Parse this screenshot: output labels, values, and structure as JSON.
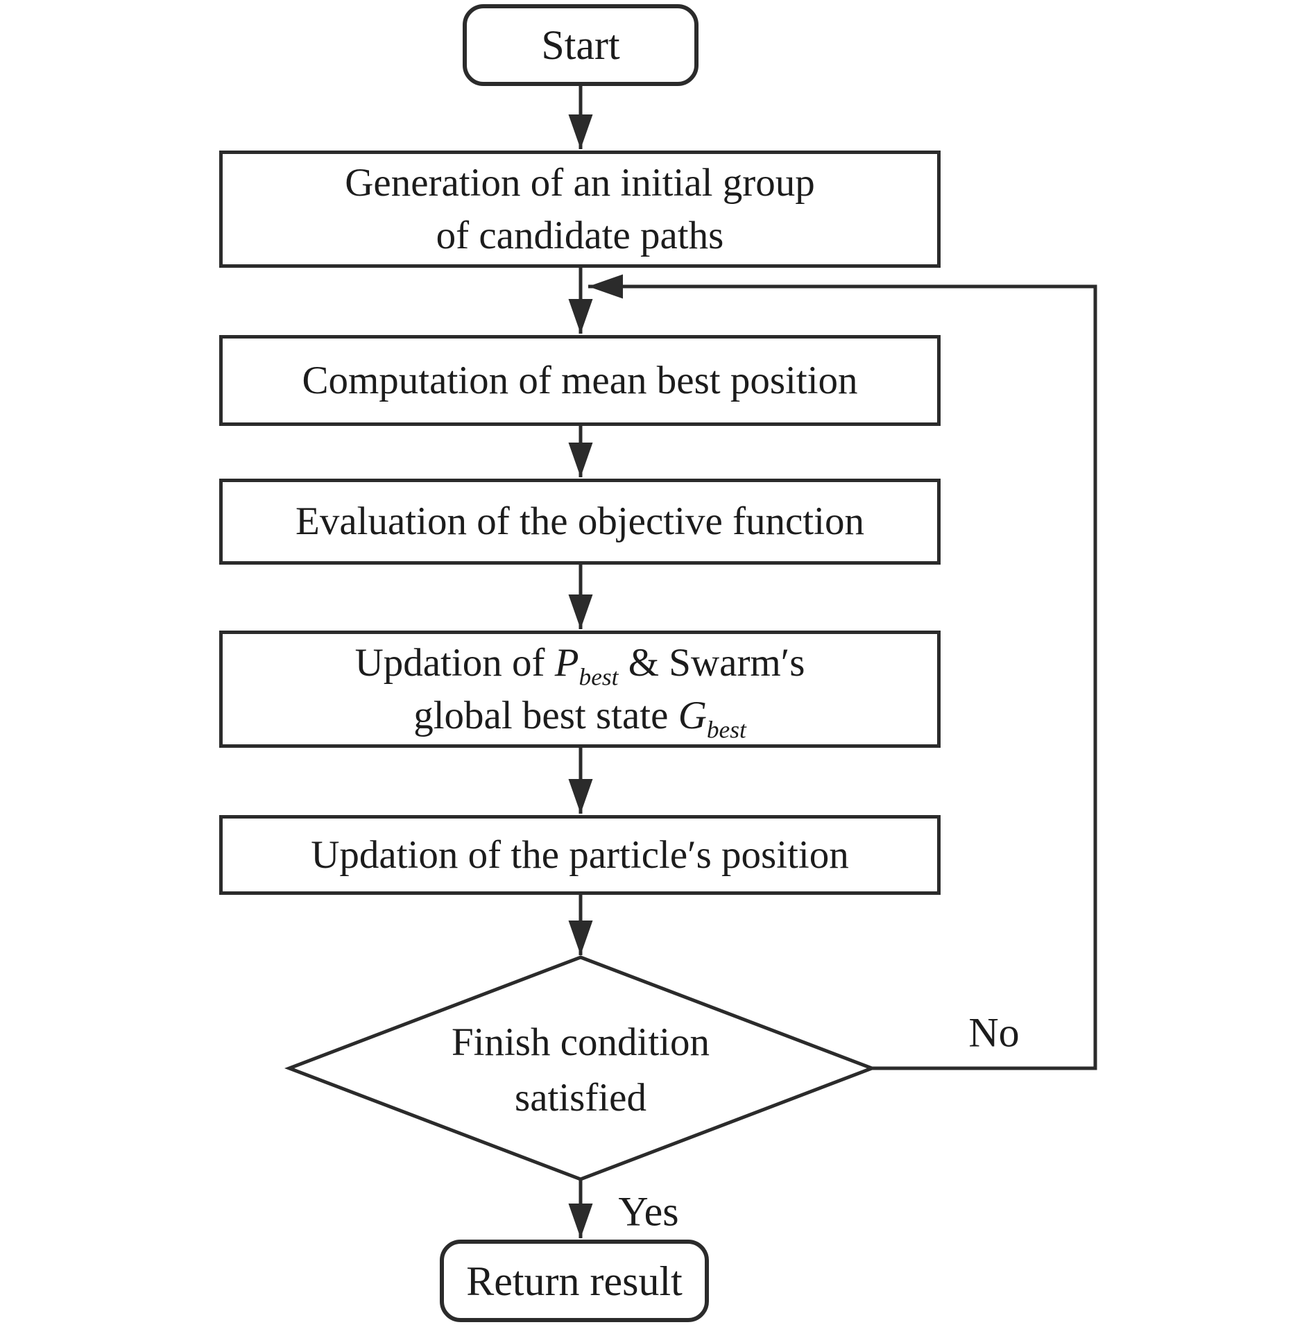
{
  "diagram": {
    "type": "flowchart",
    "colors": {
      "background": "#ffffff",
      "line": "#2b2b2b",
      "text": "#1c1c1c"
    },
    "nodes": {
      "start": {
        "shape": "rounded",
        "label": "Start"
      },
      "generation": {
        "shape": "rect",
        "line1": "Generation of an initial group",
        "line2": "of candidate paths"
      },
      "computation": {
        "shape": "rect",
        "label": "Computation of mean best position"
      },
      "evaluation": {
        "shape": "rect",
        "label": "Evaluation of the objective function"
      },
      "updation_best": {
        "shape": "rect",
        "line1_rich": [
          [
            "Updation of ",
            "plain"
          ],
          [
            "P",
            "var"
          ],
          [
            "best",
            "sub"
          ],
          [
            " & Swarm′s",
            "plain"
          ]
        ],
        "line2_rich": [
          [
            "global best state ",
            "plain"
          ],
          [
            "G",
            "var"
          ],
          [
            "best",
            "sub"
          ]
        ]
      },
      "updation_particle": {
        "shape": "rect",
        "label": "Updation of the particle′s position"
      },
      "decision": {
        "shape": "diamond",
        "line1": "Finish condition",
        "line2": "satisfied"
      },
      "return": {
        "shape": "rounded",
        "label": "Return result"
      }
    },
    "edge_labels": {
      "no": "No",
      "yes": "Yes"
    }
  }
}
